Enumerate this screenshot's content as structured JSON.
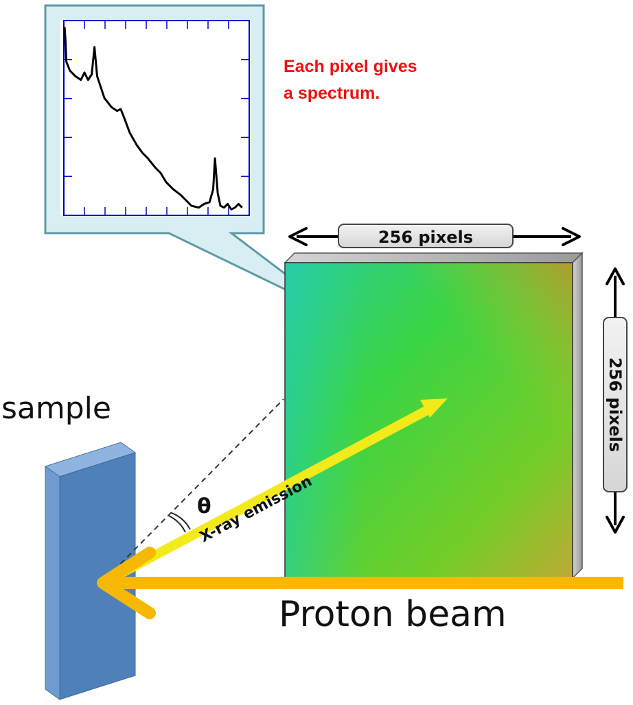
{
  "callout": {
    "line1": "Each pixel gives",
    "line2": "a spectrum."
  },
  "detector": {
    "width_label": "256 pixels",
    "height_label": "256 pixels"
  },
  "sample_label": "sample",
  "angle_label": "θ",
  "emission_label": "X-ray emission",
  "beam_label": "Proton beam",
  "colors": {
    "callout_text": "#ee1111",
    "callout_border": "#5b9aa7",
    "callout_fill": "#d9eef2",
    "beam": "#f6b800",
    "emission": "#f2ea1a",
    "sample_front": "#4f80b9",
    "sample_side": "#7aa4d8",
    "spectrum_axes": "#0000cc"
  },
  "spectrum_icon": {
    "description_free": true,
    "curve": [
      [
        0,
        0.99
      ],
      [
        0.005,
        0.92
      ],
      [
        0.01,
        0.8
      ],
      [
        0.03,
        0.75
      ],
      [
        0.06,
        0.72
      ],
      [
        0.09,
        0.7
      ],
      [
        0.11,
        0.74
      ],
      [
        0.13,
        0.7
      ],
      [
        0.15,
        0.73
      ],
      [
        0.165,
        0.88
      ],
      [
        0.18,
        0.72
      ],
      [
        0.22,
        0.6
      ],
      [
        0.26,
        0.55
      ],
      [
        0.29,
        0.53
      ],
      [
        0.31,
        0.54
      ],
      [
        0.33,
        0.49
      ],
      [
        0.36,
        0.41
      ],
      [
        0.4,
        0.34
      ],
      [
        0.43,
        0.3
      ],
      [
        0.46,
        0.27
      ],
      [
        0.5,
        0.22
      ],
      [
        0.53,
        0.19
      ],
      [
        0.56,
        0.14
      ],
      [
        0.6,
        0.1
      ],
      [
        0.64,
        0.07
      ],
      [
        0.67,
        0.04
      ],
      [
        0.7,
        0.01
      ],
      [
        0.74,
        0.0
      ],
      [
        0.77,
        0.02
      ],
      [
        0.8,
        0.03
      ],
      [
        0.82,
        0.1
      ],
      [
        0.83,
        0.27
      ],
      [
        0.845,
        0.08
      ],
      [
        0.86,
        0.01
      ],
      [
        0.88,
        0.0
      ],
      [
        0.9,
        0.02
      ],
      [
        0.92,
        -0.01
      ],
      [
        0.94,
        0.0
      ],
      [
        0.96,
        0.02
      ],
      [
        0.98,
        0.0
      ]
    ]
  }
}
